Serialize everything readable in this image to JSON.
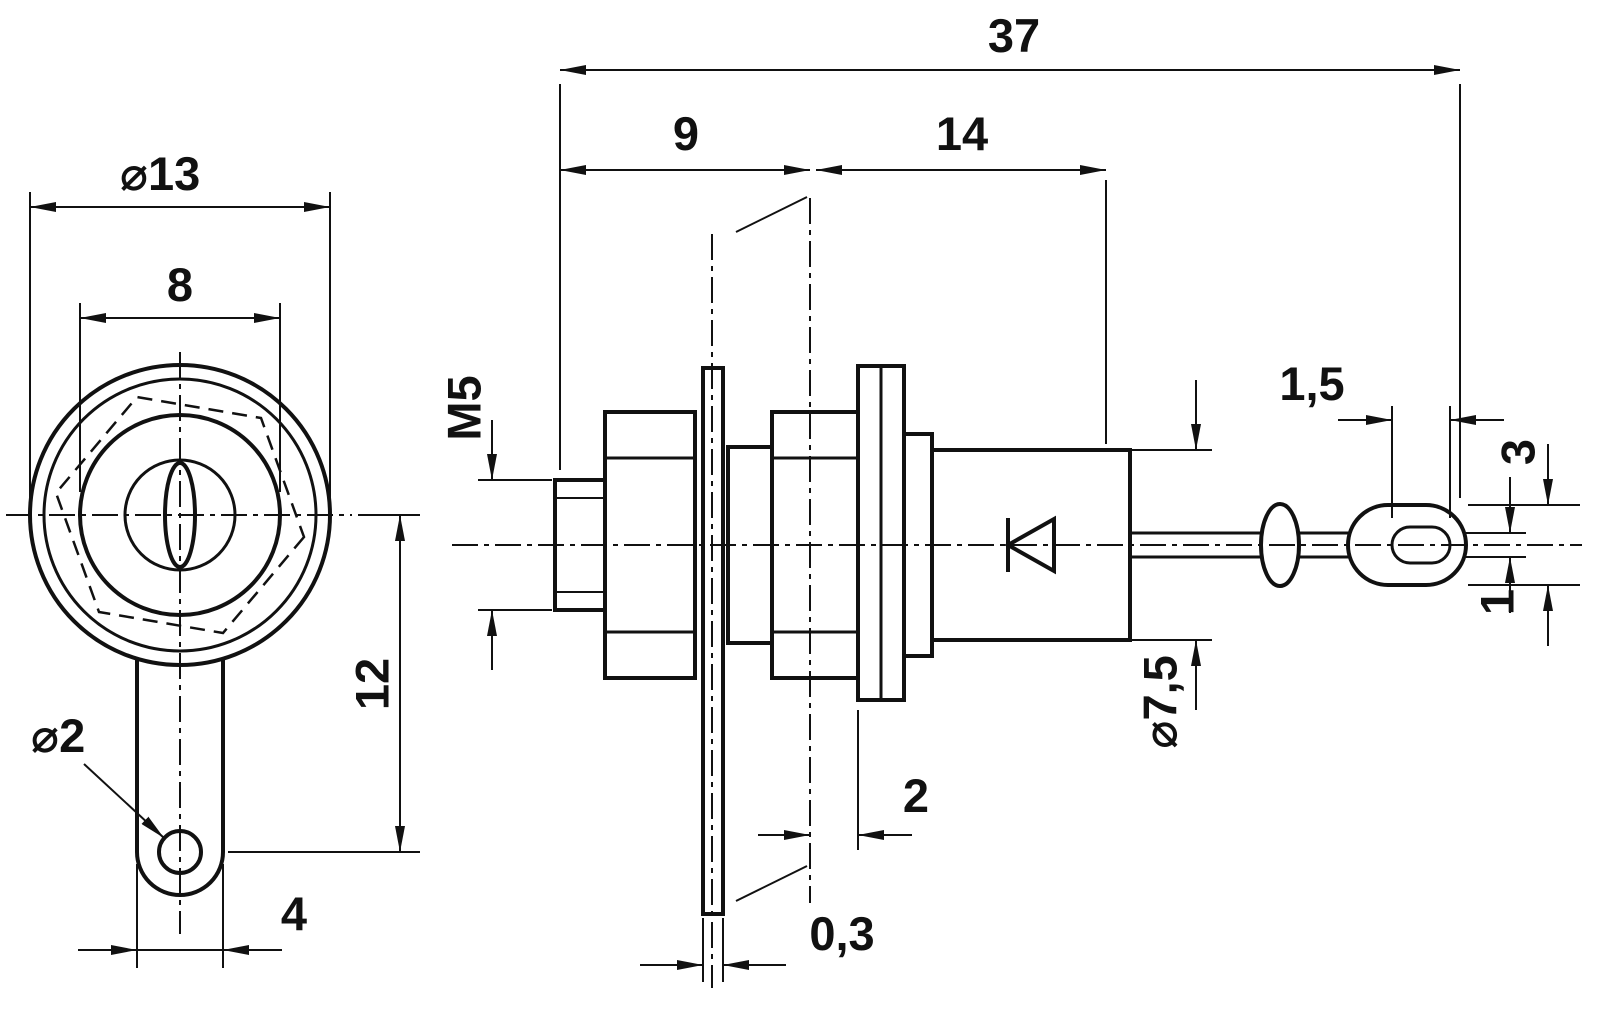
{
  "drawing": {
    "front": {
      "d13": "⌀13",
      "d8": "8",
      "d12": "12",
      "d2": "⌀2",
      "d4": "4"
    },
    "side": {
      "d37": "37",
      "d9": "9",
      "d14": "14",
      "m5": "M5",
      "d2": "2",
      "d03": "0,3",
      "d75": "⌀7,5",
      "d15": "1,5",
      "d3": "3",
      "d1": "1"
    },
    "colors": {
      "ink": "#111111",
      "background": "#ffffff"
    }
  }
}
